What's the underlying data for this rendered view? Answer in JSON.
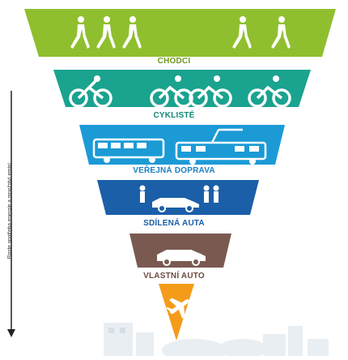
{
  "side_axis": {
    "label": "Roste spotřeba energie a množství emisí",
    "color": "#222222"
  },
  "tiers": [
    {
      "key": "walking",
      "label": "CHODCI",
      "color": "#8fbf2e",
      "label_color": "#6e9a20",
      "icon": "pedestrian-icon"
    },
    {
      "key": "cycling",
      "label": "CYKLISTÉ",
      "color": "#1aa38f",
      "label_color": "#0f8a78",
      "icon": "cyclist-icon"
    },
    {
      "key": "transit",
      "label": "VEŘEJNÁ DOPRAVA",
      "color": "#1b9ad6",
      "label_color": "#1a7fc0",
      "icon": "bus-tram-icon"
    },
    {
      "key": "carshare",
      "label": "SDÍLENÁ AUTA",
      "color": "#1b5fa8",
      "label_color": "#1b5fa8",
      "icon": "shared-car-icon"
    },
    {
      "key": "owncar",
      "label": "VLASTNÍ AUTO",
      "color": "#7a5a50",
      "label_color": "#6b4a40",
      "icon": "car-icon"
    },
    {
      "key": "plane",
      "label": "",
      "color": "#f59b1a",
      "label_color": "#f59b1a",
      "icon": "airplane-icon"
    }
  ]
}
